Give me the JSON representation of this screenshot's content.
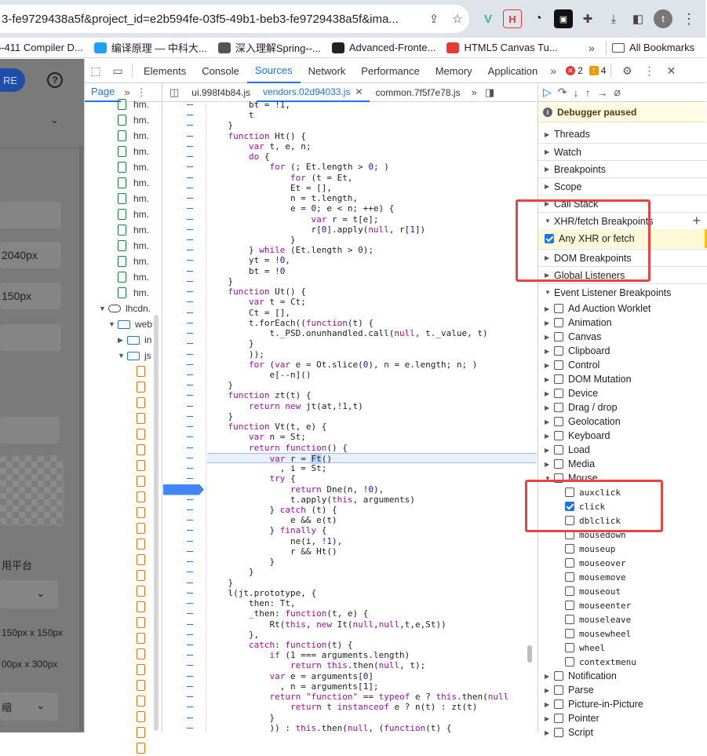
{
  "browser": {
    "url": "3-fe9729438a5f&project_id=e2b594fe-03f5-49b1-beb3-fe9729438a5f&ima...",
    "avatar_letter": "t"
  },
  "bookmarks": [
    {
      "label": "5-411 Compiler D...",
      "color": "#888888"
    },
    {
      "label": "编译原理 — 中科大...",
      "color": "#1da1f2"
    },
    {
      "label": "深入理解Spring--...",
      "color": "#555555"
    },
    {
      "label": "Advanced-Fronte...",
      "color": "#222222"
    },
    {
      "label": "HTML5 Canvas Tu...",
      "color": "#e53935"
    }
  ],
  "bookmarks_more": "»",
  "all_bookmarks": "All Bookmarks",
  "left_page": {
    "button_label": "RE",
    "help": "?",
    "field1": "2040px",
    "field2": "150px",
    "platform_label": "用平台",
    "size1": "150px x 150px",
    "size2": "00px x 300px",
    "compress_label": "缩"
  },
  "devtools": {
    "tabs": [
      "Elements",
      "Console",
      "Sources",
      "Network",
      "Performance",
      "Memory",
      "Application"
    ],
    "active_tab": "Sources",
    "more": "»",
    "errors": "2",
    "warnings": "4",
    "navigator_tab": "Page",
    "editor_tabs": [
      "ui.998f4b84.js",
      "vendors.02d94033.js",
      "common.7f5f7e78.js"
    ],
    "active_editor_tab": "vendors.02d94033.js"
  },
  "tree": {
    "hm_label": "hm.",
    "domain": "lhcdn.",
    "web": "web",
    "im": "in",
    "js": "js"
  },
  "code_lines": [
    "        bt = !1,",
    "        t",
    "    }",
    "    function Ht() {",
    "        var t, e, n;",
    "        do {",
    "            for (; Et.length > 0; )",
    "                for (t = Et,",
    "                Et = [],",
    "                n = t.length,",
    "                e = 0; e < n; ++e) {",
    "                    var r = t[e];",
    "                    r[0].apply(null, r[1])",
    "                }",
    "        } while (Et.length > 0);",
    "        yt = !0,",
    "        bt = !0",
    "    }",
    "    function Ut() {",
    "        var t = Ct;",
    "        Ct = [],",
    "        t.forEach((function(t) {",
    "            t._PSD.onunhandled.call(null, t._value, t)",
    "        }",
    "        ));",
    "        for (var e = Ot.slice(0), n = e.length; n; )",
    "            e[--n]()",
    "    }",
    "    function zt(t) {",
    "        return new jt(at,!1,t)",
    "    }",
    "    function Vt(t, e) {",
    "        var n = St;",
    "        return function() {",
    "            var r = Ft()",
    "              , i = St;",
    "            try {",
    "                return Dne(n, !0),",
    "                t.apply(this, arguments)",
    "            } catch (t) {",
    "                e && e(t)",
    "            } finally {",
    "                ne(i, !1),",
    "                r && Ht()",
    "            }",
    "        }",
    "    }",
    "    l(jt.prototype, {",
    "        then: Tt,",
    "        _then: function(t, e) {",
    "            Rt(this, new It(null,null,t,e,St))",
    "        },",
    "        catch: function(t) {",
    "            if (1 === arguments.length)",
    "                return this.then(null, t);",
    "            var e = arguments[0]",
    "              , n = arguments[1];",
    "            return \"function\" == typeof e ? this.then(null",
    "                return t instanceof e ? n(t) : zt(t)",
    "            }",
    "            )) : this.then(null, (function(t) {"
  ],
  "debugger": {
    "paused_label": "Debugger paused",
    "sections": [
      "Threads",
      "Watch",
      "Breakpoints",
      "Scope",
      "Call Stack"
    ],
    "xhr_title": "XHR/fetch Breakpoints",
    "xhr_any": "Any XHR or fetch",
    "dom_breakpoints": "DOM Breakpoints",
    "global_listeners": "Global Listeners",
    "event_listener_title": "Event Listener Breakpoints",
    "events": [
      "Ad Auction Worklet",
      "Animation",
      "Canvas",
      "Clipboard",
      "Control",
      "DOM Mutation",
      "Device",
      "Drag / drop",
      "Geolocation",
      "Keyboard",
      "Load",
      "Media",
      "Mouse"
    ],
    "mouse_events": [
      {
        "name": "auxclick",
        "checked": false
      },
      {
        "name": "click",
        "checked": true
      },
      {
        "name": "dblclick",
        "checked": false
      },
      {
        "name": "mousedown",
        "checked": false
      },
      {
        "name": "mouseup",
        "checked": false
      },
      {
        "name": "mouseover",
        "checked": false
      },
      {
        "name": "mousemove",
        "checked": false
      },
      {
        "name": "mouseout",
        "checked": false
      },
      {
        "name": "mouseenter",
        "checked": false
      },
      {
        "name": "mouseleave",
        "checked": false
      },
      {
        "name": "mousewheel",
        "checked": false
      },
      {
        "name": "wheel",
        "checked": false
      },
      {
        "name": "contextmenu",
        "checked": false
      }
    ],
    "after_events": [
      "Notification",
      "Parse",
      "Picture-in-Picture",
      "Pointer",
      "Script"
    ]
  },
  "colors": {
    "accent": "#1a73e8",
    "annotation_red": "#e64545",
    "paused_bg": "#fffbe6"
  }
}
